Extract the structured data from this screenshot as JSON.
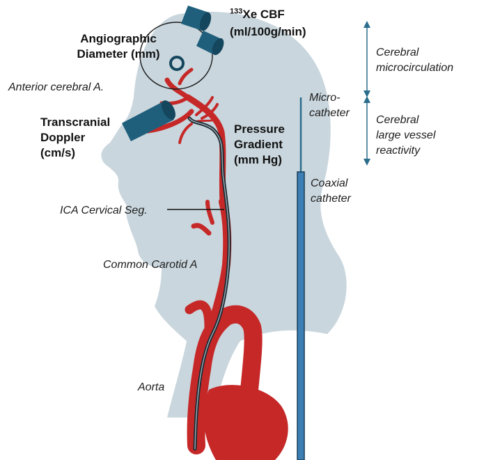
{
  "colors": {
    "head": "#c9d6dd",
    "artery": "#c62828",
    "device": "#1f5f7c",
    "device_dark": "#14465d",
    "catheter": "#3d7fb5",
    "arrow": "#2a6d8c",
    "text": "#1c1c1c"
  },
  "labels": {
    "xe_sup": "133",
    "xe_main": "Xe CBF",
    "xe_units": "(ml/100g/min)",
    "angio_line1": "Angiographic",
    "angio_line2": "Diameter (mm)",
    "anterior_cerebral": "Anterior cerebral A.",
    "tcd_line1": "Transcranial",
    "tcd_line2": "Doppler",
    "tcd_units": "(cm/s)",
    "pressure_line1": "Pressure",
    "pressure_line2": "Gradient",
    "pressure_units": "(mm Hg)",
    "micro_line1": "Micro-",
    "micro_line2": "catheter",
    "coaxial_line1": "Coaxial",
    "coaxial_line2": "catheter",
    "ica_cervical": "ICA  Cervical Seg.",
    "common_carotid": "Common Carotid A",
    "aorta": "Aorta",
    "micro_circ_line1": "Cerebral",
    "micro_circ_line2": "microcirculation",
    "large_vessel_line1": "Cerebral",
    "large_vessel_line2": "large vessel",
    "large_vessel_line3": "reactivity"
  },
  "icons": [
    "xenon-detector-icon",
    "angiographic-ring-icon",
    "doppler-probe-icon",
    "double-arrow-icon"
  ]
}
